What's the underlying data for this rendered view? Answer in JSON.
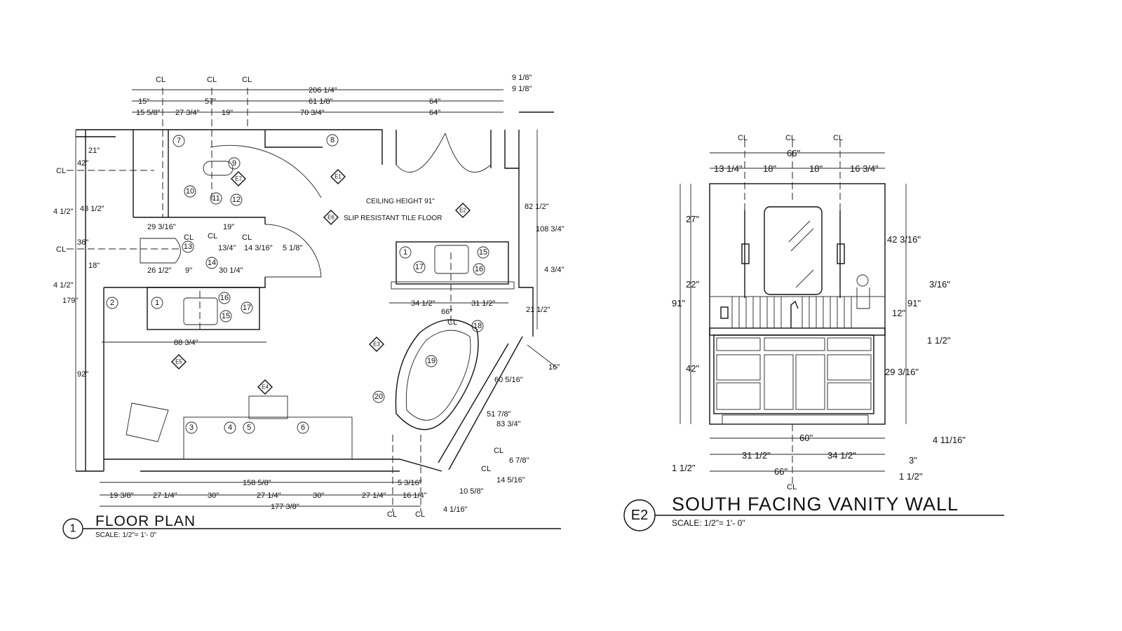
{
  "floor_plan": {
    "number": "1",
    "title": "FLOOR PLAN",
    "scale": "SCALE: 1/2\"= 1'- 0\"",
    "notes": {
      "ceiling": "CEILING HEIGHT 91\"",
      "floor": "SLIP RESISTANT TILE FLOOR"
    },
    "cl_label": "CL",
    "top_dims": [
      "206 1/4\"",
      "15\"",
      "57\"",
      "61 1/8\"",
      "64\"",
      "15 5/8\"",
      "27 3/4\"",
      "19\"",
      "70 3/4\"",
      "64\"",
      "9 1/8\"",
      "9 1/8\""
    ],
    "left_dims": [
      "21\"",
      "42\"",
      "4 1/2\"",
      "43 1/2\"",
      "36\"",
      "18\"",
      "4 1/2\"",
      "179\"",
      "92\""
    ],
    "right_dims": [
      "82 1/2\"",
      "108 3/4\"",
      "4 3/4\"",
      "21 1/2\"",
      "16\""
    ],
    "interior_dims": [
      "29 3/16\"",
      "19\"",
      "13/4\"",
      "14 3/16\"",
      "5 1/8\"",
      "26 1/2\"",
      "9\"",
      "30 1/4\"",
      "88 3/4\"",
      "34 1/2\"",
      "31 1/2\"",
      "66\"",
      "60 5/16\"",
      "51 7/8\"",
      "83 3/4\"",
      "6 7/8\"",
      "14 5/16\"",
      "10 5/8\""
    ],
    "bottom_dims": [
      "158 5/8\"",
      "19 3/8\"",
      "27 1/4\"",
      "30\"",
      "27 1/4\"",
      "30\"",
      "27 1/4\"",
      "5 3/16\"",
      "16 1/4\"",
      "177 3/8\"",
      "4 1/16\""
    ],
    "item_tags": [
      "1",
      "2",
      "3",
      "4",
      "5",
      "6",
      "7",
      "8",
      "9",
      "10",
      "11",
      "12",
      "13",
      "14",
      "15",
      "16",
      "17",
      "18",
      "19",
      "20"
    ],
    "elevation_tags": [
      "E1",
      "E2",
      "E3",
      "E4",
      "E5",
      "E6",
      "E7"
    ]
  },
  "elevation": {
    "tag": "E2",
    "title": "SOUTH FACING VANITY WALL",
    "scale": "SCALE: 1/2\"= 1'- 0\"",
    "cl_label": "CL",
    "top_dims": [
      "66\"",
      "13 1/4\"",
      "18\"",
      "18\"",
      "16 3/4\""
    ],
    "left_dims": [
      "27\"",
      "22\"",
      "91\"",
      "42\""
    ],
    "right_dims": [
      "42 3/16\"",
      "3/16\"",
      "91\"",
      "12\"",
      "1 1/2\"",
      "29 3/16\""
    ],
    "bottom_dims": [
      "60\"",
      "31 1/2\"",
      "34 1/2\"",
      "66\"",
      "1 1/2\"",
      "3\"",
      "1 1/2\"",
      "4 11/16\""
    ]
  }
}
